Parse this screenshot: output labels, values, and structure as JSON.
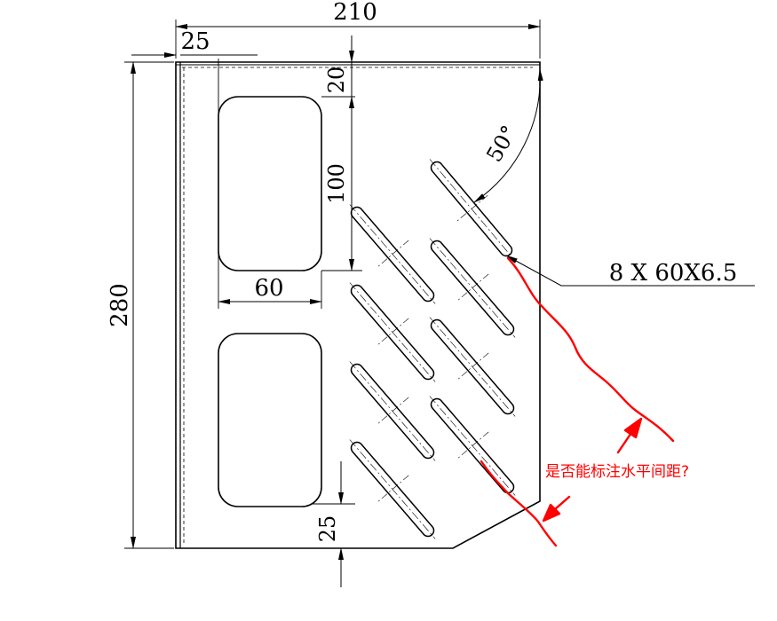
{
  "drawing": {
    "dimensions": {
      "overall_width": "210",
      "left_margin": "25",
      "top_margin": "20",
      "cutout_height": "100",
      "cutout_width": "60",
      "overall_height": "280",
      "bottom_margin": "25",
      "angle": "50°"
    },
    "slot_callout": "8 X 60X6.5",
    "annotation": {
      "text": "是否能标注水平间距?",
      "color": "#ff0000"
    },
    "colors": {
      "line": "#000000",
      "markup": "#ff0000"
    }
  }
}
